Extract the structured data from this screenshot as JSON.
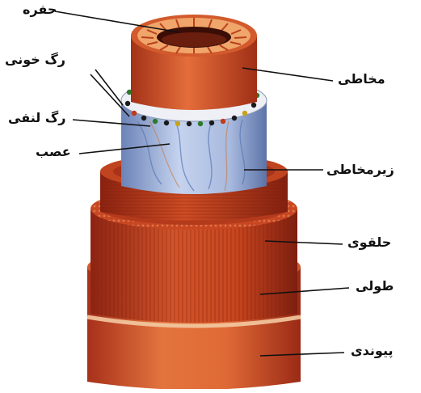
{
  "labels": {
    "hofre": "حفره",
    "rag_khooni": "رگ خونی",
    "rag_lanfi": "رگ لنفی",
    "asab": "عصب",
    "mokhati": "مخاطی",
    "zirmokhati": "زیرمخاطی",
    "halghavi": "حلقوی",
    "tooli": "طولی",
    "peyvandi": "پیوندی"
  },
  "colors": {
    "serosa": "#d8572a",
    "muscle_longitudinal": "#c0421e",
    "muscle_circular": "#b9361c",
    "submucosa": "#9fb6dc",
    "mucosa": "#d2562c",
    "lumen_folds": "#f0a56a",
    "leader_line": "#111111"
  }
}
